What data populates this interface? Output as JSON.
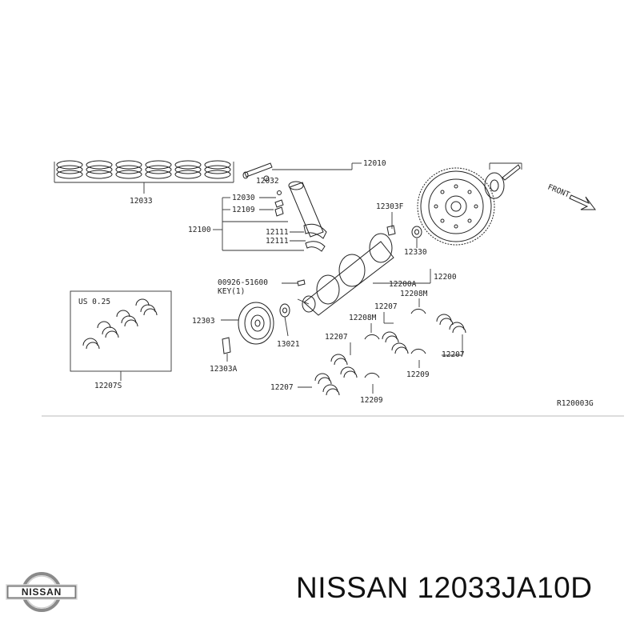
{
  "labels": {
    "l12033": "12033",
    "l12010": "12010",
    "l12032": "12032",
    "l12030": "12030",
    "l12109": "12109",
    "l12100": "12100",
    "l12111a": "12111",
    "l12111b": "12111",
    "l12303F": "12303F",
    "l12330": "12330",
    "l12200": "12200",
    "l12200A": "12200A",
    "l00926": "00926-51600",
    "lkey": "KEY(1)",
    "l12208Ma": "12208M",
    "l12207a": "12207",
    "l12208Mb": "12208M",
    "lus": "US 0.25",
    "l12303": "12303",
    "l13021": "13021",
    "l12207b": "12207",
    "l12207c": "12207",
    "l12209a": "12209",
    "l12303A": "12303A",
    "l12207S": "12207S",
    "l12207d": "12207",
    "l12209b": "12209",
    "lref": "R120003G",
    "front": "FRONT"
  },
  "logo_text": "NISSAN",
  "caption": "NISSAN 12033JA10D"
}
